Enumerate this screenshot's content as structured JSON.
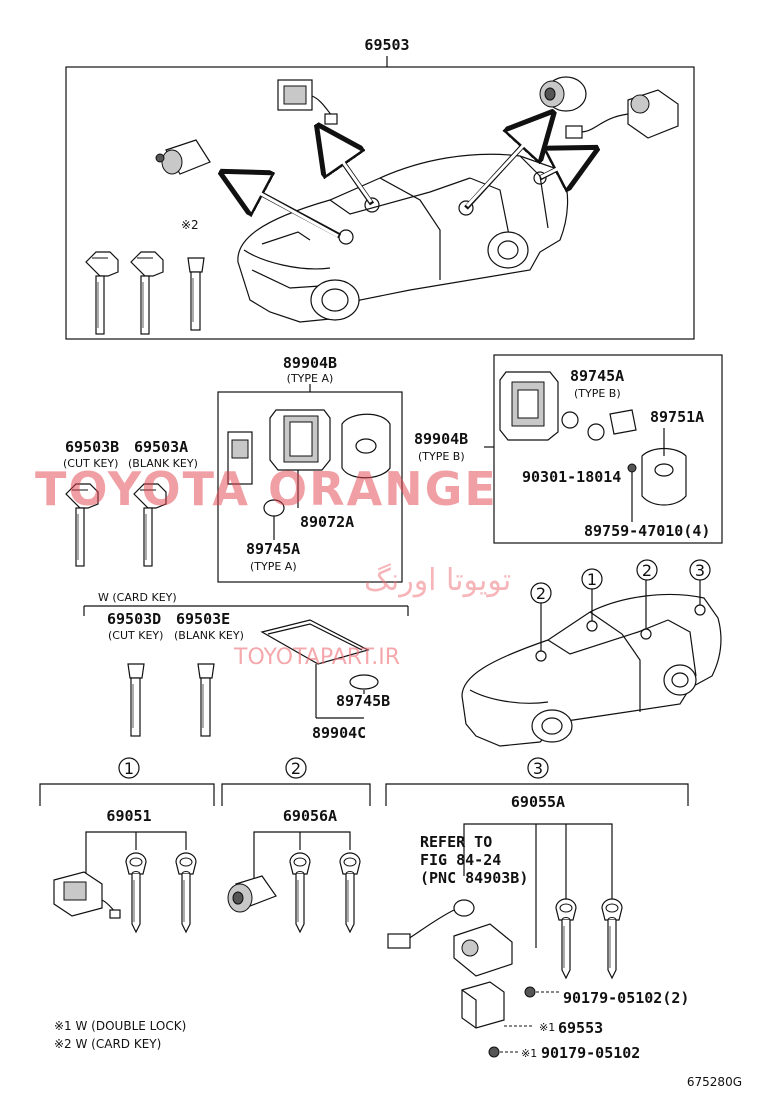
{
  "top_assembly": {
    "part": "69503"
  },
  "note_mark_2": "※2",
  "type_a_group": {
    "part": "89904B",
    "type": "(TYPE A)",
    "inner_parts": [
      "89072A",
      "89745A"
    ],
    "inner_type": "(TYPE A)"
  },
  "type_b_group": {
    "part": "89904B",
    "type": "(TYPE B)",
    "battery": "89745A",
    "battery_type": "(TYPE B)",
    "cover": "89751A",
    "oring": "90301-18014",
    "screw": "89759-47010(4)"
  },
  "keys": {
    "cut": {
      "part": "69503B",
      "label": "(CUT KEY)"
    },
    "blank": {
      "part": "69503A",
      "label": "(BLANK KEY)"
    }
  },
  "card_key": {
    "title": "W (CARD KEY)",
    "cut": {
      "part": "69503D",
      "label": "(CUT KEY)"
    },
    "blank": {
      "part": "69503E",
      "label": "(BLANK KEY)"
    },
    "battery": "89745B",
    "assembly": "89904C"
  },
  "watermarks": {
    "main": "TOYOTA ORANGE",
    "persian": "تویوتا اورنگ",
    "site": "TOYOTAPART.IR"
  },
  "car_callouts": [
    "2",
    "1",
    "2",
    "3"
  ],
  "sections": [
    {
      "num": "1",
      "part": "69051"
    },
    {
      "num": "2",
      "part": "69056A"
    },
    {
      "num": "3",
      "part": "69055A"
    }
  ],
  "refer": {
    "line1": "REFER TO",
    "line2": "FIG 84-24",
    "line3": "(PNC 84903B)"
  },
  "small_parts": [
    {
      "mark": "",
      "part": "90179-05102(2)"
    },
    {
      "mark": "※1",
      "part": "69553"
    },
    {
      "mark": "※1",
      "part": "90179-05102"
    }
  ],
  "footnotes": [
    "※1  W (DOUBLE LOCK)",
    "※2  W (CARD KEY)"
  ],
  "figure_id": "675280G"
}
